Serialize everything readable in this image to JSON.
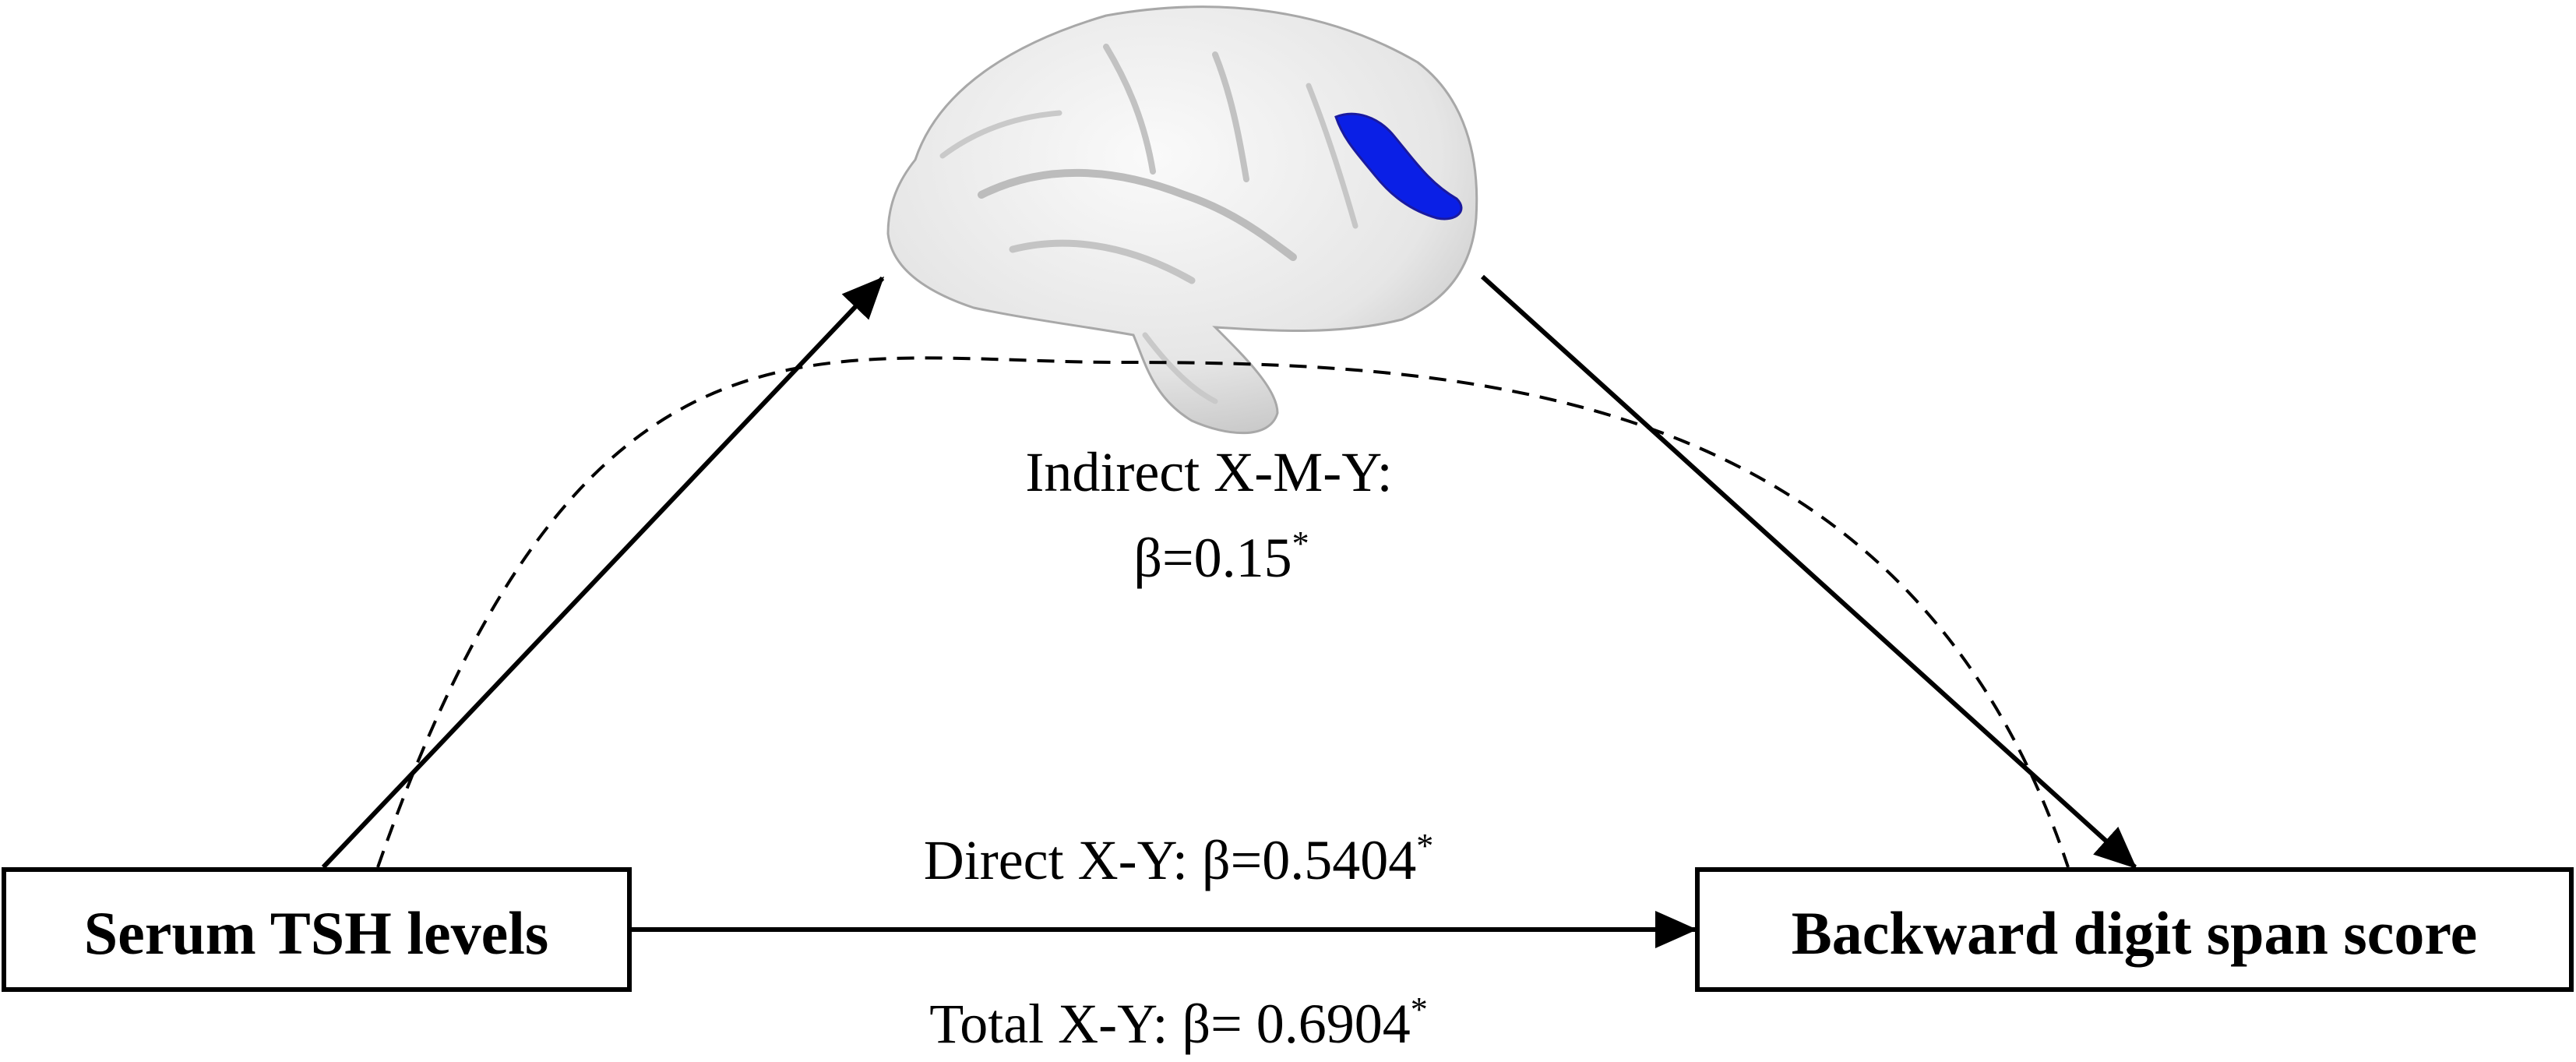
{
  "nodes": {
    "x": {
      "label": "Serum TSH levels"
    },
    "y": {
      "label": "Backward digit span score"
    },
    "m": {
      "icon": "brain-cortex-icon",
      "highlight_color": "#0a1fe6"
    }
  },
  "paths": {
    "indirect": {
      "label_line1": "Indirect X-M-Y:",
      "label_line2": "β=0.15",
      "significance": "*"
    },
    "direct": {
      "label": "Direct X-Y: β=0.5404",
      "significance": "*"
    },
    "total": {
      "label": "Total X-Y: β= 0.6904",
      "significance": "*"
    }
  },
  "colors": {
    "stroke": "#000000",
    "cortex_fill": "#e9e9e9",
    "cortex_shade": "#c7c7c7"
  }
}
